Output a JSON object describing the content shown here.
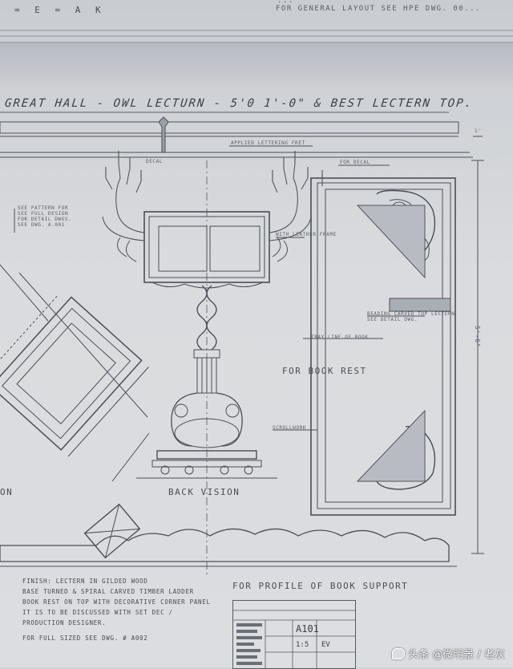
{
  "header": {
    "top_left_text": "= E = A K",
    "top_right_line1": "...",
    "top_right_line2": "FOR GENERAL LAYOUT SEE HPE DWG. 00..."
  },
  "drawing": {
    "title": "GREAT HALL - OWL LECTURN - 5'0 1'-0\" & BEST LECTERN TOP.",
    "labels": {
      "applied_lettering": "APPLIED LETTERING FRET",
      "decal_left": "DECAL",
      "for_decal": "FOR DECAL",
      "left_note": [
        "SEE PATTERN FOR",
        "SEE FULL DESIGN",
        "FOR DETAIL DWGS.",
        "SEE DWG. A.001"
      ],
      "with_leather": "WITH LEATHER FRAME",
      "profile_note": [
        "BEADING CARVED TOP LECTERN",
        "SEE DETAIL DWG."
      ],
      "tray_note": "TRAY LINE OF BOOK",
      "book_rest": "FOR BOOK REST",
      "scroll_note": "SCROLLWORK",
      "back_vision": "BACK  VISION",
      "left_edge": "ON",
      "profile_title": "FOR PROFILE OF BOOK SUPPORT",
      "dim_right": "5'-6\"",
      "dim_top": "1'"
    },
    "notes": [
      "FINISH: LECTERN IN GILDED WOOD",
      "BASE TURNED & SPIRAL CARVED TIMBER LADDER",
      "BOOK REST ON TOP WITH DECORATIVE CORNER PANEL",
      "IT IS TO BE DISCUSSED WITH SET DEC /",
      "PRODUCTION DESIGNER.",
      "FOR FULL SIZED SEE DWG. # A002"
    ]
  },
  "title_block": {
    "drawing_no": "A101",
    "scale": "1:5",
    "drawn_by": "EV"
  },
  "watermark": {
    "text": "头条 @微明景 / 老灰"
  }
}
